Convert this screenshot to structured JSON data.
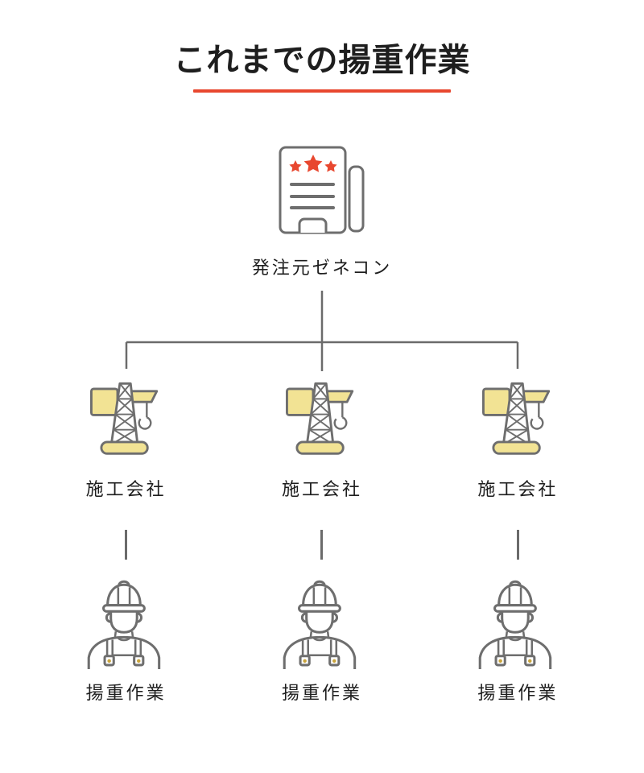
{
  "header": {
    "title": "これまでの揚重作業",
    "underline_color": "#e8472f"
  },
  "contractor": {
    "label": "発注元ゼネコン",
    "icon": "building-icon"
  },
  "columns": [
    {
      "company": "施工会社",
      "company_icon": "crane-icon",
      "work": "揚重作業",
      "work_icon": "worker-icon"
    },
    {
      "company": "施工会社",
      "company_icon": "crane-icon",
      "work": "揚重作業",
      "work_icon": "worker-icon"
    },
    {
      "company": "施工会社",
      "company_icon": "crane-icon",
      "work": "揚重作業",
      "work_icon": "worker-icon"
    }
  ],
  "colors": {
    "accent_red": "#e8472f",
    "icon_gray": "#6e6e6e",
    "line_gray": "#6b6b6b",
    "icon_yellow": "#f2e394",
    "buckle_gold": "#c9a43c",
    "text": "#1e1e1e",
    "background": "#ffffff"
  }
}
